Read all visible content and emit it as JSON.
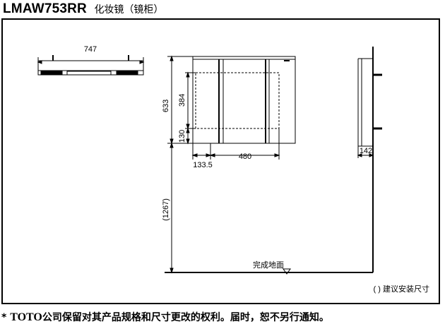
{
  "header": {
    "model": "LMAW753RR",
    "subtitle": "化妆镜（镜柜）"
  },
  "dimensions": {
    "width_top": "747",
    "height_total": "633",
    "height_upper": "384",
    "height_lower": "130",
    "offset_left": "133.5",
    "span_inner": "480",
    "depth": "142",
    "mount_height": "(1267)"
  },
  "labels": {
    "floor": "完成地面",
    "note": "( ) 建议安装尺寸"
  },
  "footer": {
    "star": "*",
    "brand": "TOTO",
    "text": "公司保留对其产品规格和尺寸更改的权利。届时，恕不另行通知。"
  }
}
